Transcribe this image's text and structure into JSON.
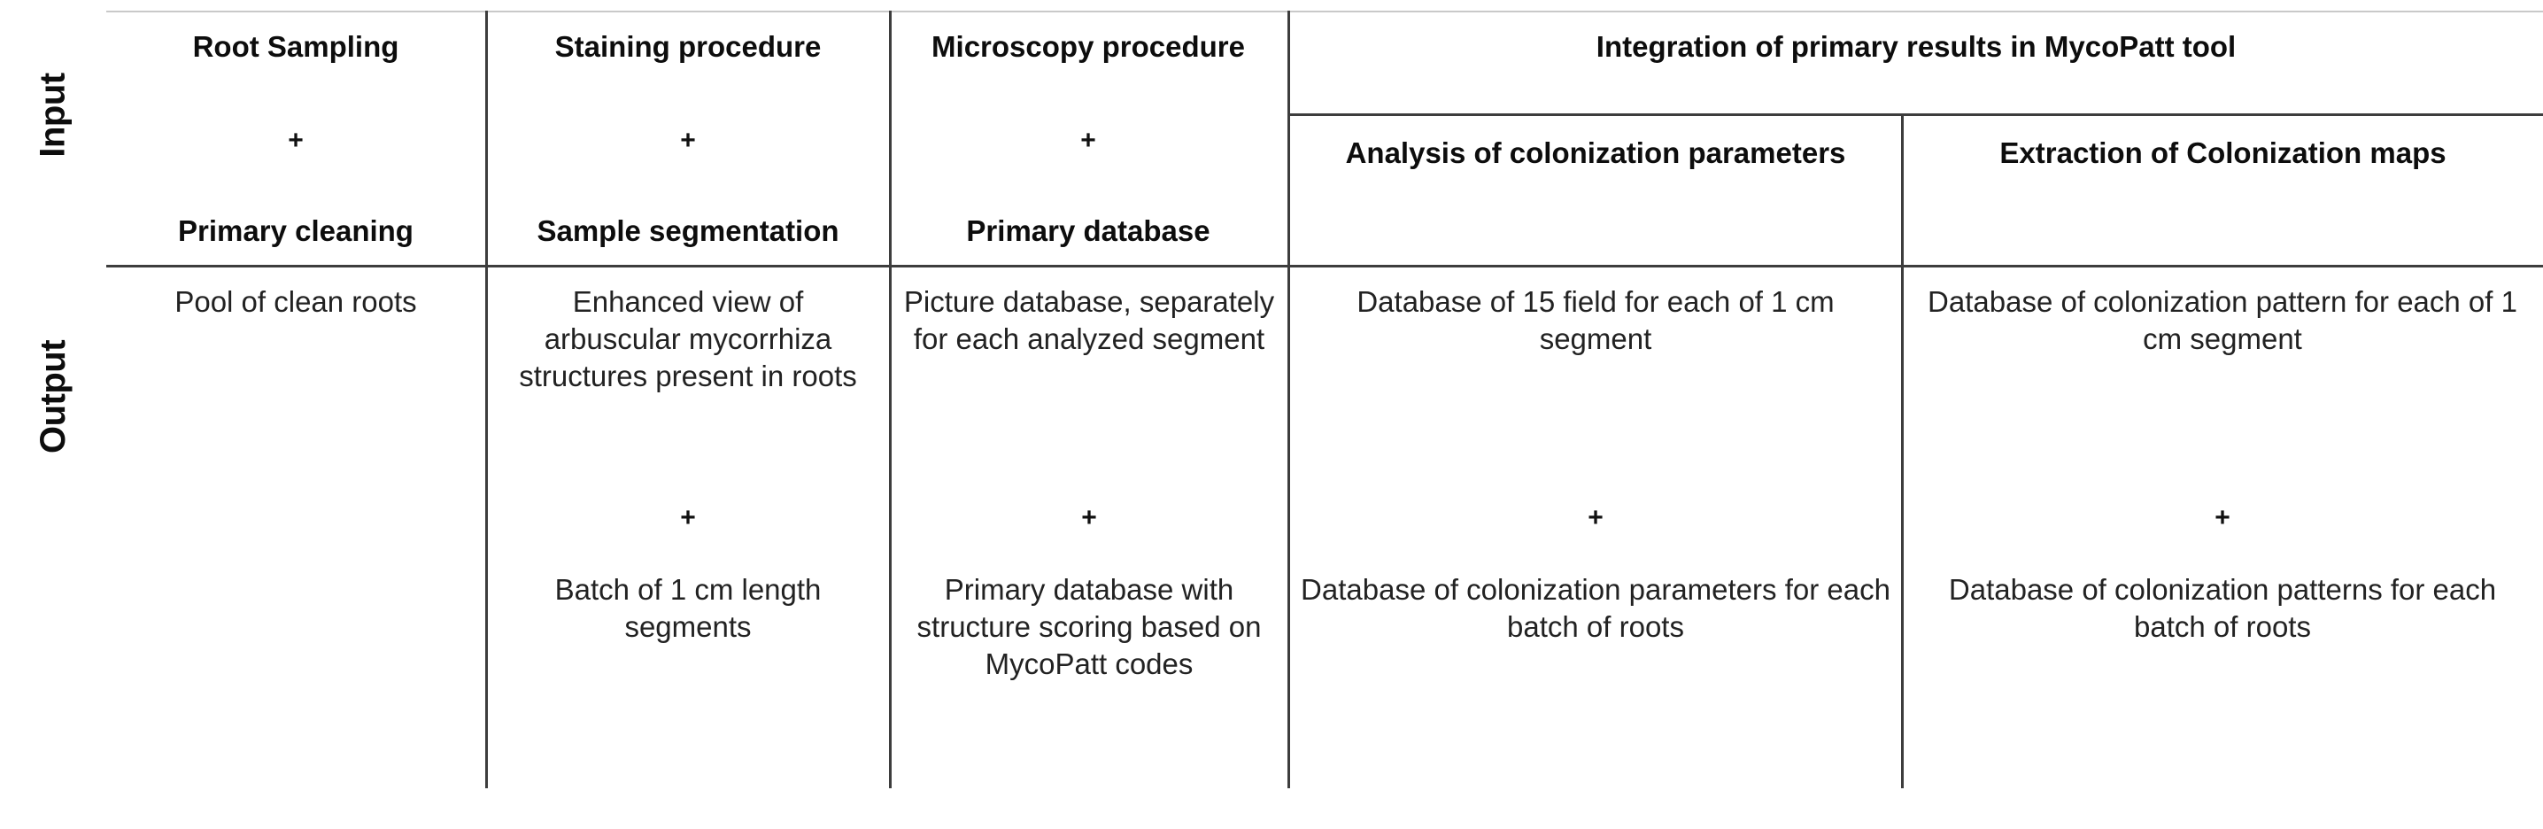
{
  "figure": {
    "row_labels": {
      "input": "Input",
      "output": "Output"
    },
    "plus_symbol": "+",
    "line_color": "#3d3d3d",
    "text_color": "#222222",
    "heading_color": "#0d0d0d"
  },
  "columns": [
    {
      "id": "root-sampling",
      "header_lines": [
        "Root Sampling",
        "+",
        "Primary cleaning"
      ],
      "header_top": "Root Sampling",
      "header_plus": "+",
      "header_bottom": "Primary cleaning",
      "output_top": "Pool of clean roots",
      "output_plus": "",
      "output_bottom": ""
    },
    {
      "id": "staining-procedure",
      "header_lines": [
        "Staining procedure",
        "+",
        "Sample segmentation"
      ],
      "header_top": "Staining procedure",
      "header_plus": "+",
      "header_bottom": "Sample segmentation",
      "output_top": "Enhanced view of arbuscular mycorrhiza structures present in roots",
      "output_plus": "+",
      "output_bottom": "Batch of 1 cm length segments"
    },
    {
      "id": "microscopy-procedure",
      "header_lines": [
        "Microscopy procedure",
        "+",
        "Primary database"
      ],
      "header_top": "Microscopy procedure",
      "header_plus": "+",
      "header_bottom": "Primary database",
      "output_top": "Picture database, separately for each analyzed segment",
      "output_plus": "+",
      "output_bottom": "Primary database with structure scoring based on MycoPatt codes"
    },
    {
      "id": "analysis-of-colonization-parameters",
      "header_top": "Analysis of colonization parameters",
      "output_top": "Database of 15 field for each of 1 cm segment",
      "output_plus": "+",
      "output_bottom": "Database of colonization parameters for each batch of roots"
    },
    {
      "id": "extraction-of-colonization-maps",
      "header_top": "Extraction of Colonization maps",
      "output_top": "Database of colonization pattern for each of 1 cm segment",
      "output_plus": "+",
      "output_bottom": "Database of colonization patterns for each batch of roots"
    }
  ],
  "group_header": {
    "id": "integration-group",
    "label": "Integration of primary results in MycoPatt tool"
  }
}
